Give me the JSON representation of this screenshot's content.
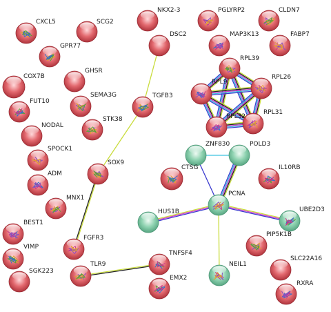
{
  "colors": {
    "red_node": "#d04a50",
    "green_node": "#7cc9a4",
    "edge_textmining": "#c9dc3c",
    "edge_coexpression": "#222222",
    "edge_experiments": "#d03ccb",
    "edge_database": "#3cc2e0",
    "edge_homology": "#3c3ccf"
  },
  "nodes": [
    {
      "id": "CXCL5",
      "label": "CXCL5",
      "color": "red",
      "structure": true
    },
    {
      "id": "SCG2",
      "label": "SCG2",
      "color": "red",
      "structure": false
    },
    {
      "id": "NKX2-3",
      "label": "NKX2-3",
      "color": "red",
      "structure": false
    },
    {
      "id": "PGLYRP2",
      "label": "PGLYRP2",
      "color": "red",
      "structure": true
    },
    {
      "id": "CLDN7",
      "label": "CLDN7",
      "color": "red",
      "structure": true
    },
    {
      "id": "GPR77",
      "label": "GPR77",
      "color": "red",
      "structure": true
    },
    {
      "id": "DSC2",
      "label": "DSC2",
      "color": "red",
      "structure": false
    },
    {
      "id": "MAP3K13",
      "label": "MAP3K13",
      "color": "red",
      "structure": true
    },
    {
      "id": "FABP7",
      "label": "FABP7",
      "color": "red",
      "structure": true
    },
    {
      "id": "RPL39",
      "label": "RPL39",
      "color": "red",
      "structure": true
    },
    {
      "id": "COX7B",
      "label": "COX7B",
      "color": "red",
      "structure": false
    },
    {
      "id": "GHSR",
      "label": "GHSR",
      "color": "red",
      "structure": false
    },
    {
      "id": "RPL9",
      "label": "RPL9",
      "color": "red",
      "structure": true
    },
    {
      "id": "RPL26",
      "label": "RPL26",
      "color": "red",
      "structure": true
    },
    {
      "id": "SEMA3G",
      "label": "SEMA3G",
      "color": "red",
      "structure": true
    },
    {
      "id": "TGFB3",
      "label": "TGFB3",
      "color": "red",
      "structure": true
    },
    {
      "id": "FUT10",
      "label": "FUT10",
      "color": "red",
      "structure": true
    },
    {
      "id": "RPL32",
      "label": "RPL32",
      "color": "red",
      "structure": true
    },
    {
      "id": "RPL31",
      "label": "RPL31",
      "color": "red",
      "structure": true
    },
    {
      "id": "STK38",
      "label": "STK38",
      "color": "red",
      "structure": true
    },
    {
      "id": "NODAL",
      "label": "NODAL",
      "color": "red",
      "structure": false
    },
    {
      "id": "ZNF830",
      "label": "ZNF830",
      "color": "green",
      "structure": false
    },
    {
      "id": "POLD3",
      "label": "POLD3",
      "color": "green",
      "structure": false
    },
    {
      "id": "SPOCK1",
      "label": "SPOCK1",
      "color": "red",
      "structure": true
    },
    {
      "id": "SOX9",
      "label": "SOX9",
      "color": "red",
      "structure": true
    },
    {
      "id": "CTSG",
      "label": "CTSG",
      "color": "red",
      "structure": true
    },
    {
      "id": "IL10RB",
      "label": "IL10RB",
      "color": "red",
      "structure": true
    },
    {
      "id": "ADM",
      "label": "ADM",
      "color": "red",
      "structure": true
    },
    {
      "id": "PCNA",
      "label": "PCNA",
      "color": "green",
      "structure": true
    },
    {
      "id": "MNX1",
      "label": "MNX1",
      "color": "red",
      "structure": true
    },
    {
      "id": "HUS1B",
      "label": "HUS1B",
      "color": "green",
      "structure": false
    },
    {
      "id": "UBE2D3",
      "label": "UBE2D3",
      "color": "green",
      "structure": true
    },
    {
      "id": "BEST1",
      "label": "BEST1",
      "color": "red",
      "structure": true
    },
    {
      "id": "FGFR3",
      "label": "FGFR3",
      "color": "red",
      "structure": true
    },
    {
      "id": "PIP5K1B",
      "label": "PIP5K1B",
      "color": "red",
      "structure": true
    },
    {
      "id": "VIMP",
      "label": "VIMP",
      "color": "red",
      "structure": true
    },
    {
      "id": "TNFSF4",
      "label": "TNFSF4",
      "color": "red",
      "structure": true
    },
    {
      "id": "SLC22A16",
      "label": "SLC22A16",
      "color": "red",
      "structure": false
    },
    {
      "id": "NEIL1",
      "label": "NEIL1",
      "color": "green",
      "structure": true
    },
    {
      "id": "TLR9",
      "label": "TLR9",
      "color": "red",
      "structure": true
    },
    {
      "id": "SGK223",
      "label": "SGK223",
      "color": "red",
      "structure": false
    },
    {
      "id": "EMX2",
      "label": "EMX2",
      "color": "red",
      "structure": true
    },
    {
      "id": "RXRA",
      "label": "RXRA",
      "color": "red",
      "structure": true
    }
  ],
  "edges": [
    {
      "source": "DSC2",
      "target": "TGFB3",
      "channels": [
        "textmining"
      ]
    },
    {
      "source": "TGFB3",
      "target": "SOX9",
      "channels": [
        "textmining"
      ]
    },
    {
      "source": "SOX9",
      "target": "FGFR3",
      "channels": [
        "textmining",
        "coexpression"
      ]
    },
    {
      "source": "TLR9",
      "target": "TNFSF4",
      "channels": [
        "textmining",
        "coexpression"
      ]
    },
    {
      "source": "ZNF830",
      "target": "POLD3",
      "channels": [
        "database"
      ]
    },
    {
      "source": "ZNF830",
      "target": "PCNA",
      "channels": [
        "homology"
      ]
    },
    {
      "source": "POLD3",
      "target": "PCNA",
      "channels": [
        "textmining",
        "coexpression",
        "experiments",
        "database",
        "homology"
      ]
    },
    {
      "source": "HUS1B",
      "target": "PCNA",
      "channels": [
        "textmining",
        "experiments",
        "homology"
      ]
    },
    {
      "source": "PCNA",
      "target": "UBE2D3",
      "channels": [
        "textmining",
        "experiments",
        "homology"
      ]
    },
    {
      "source": "PCNA",
      "target": "NEIL1",
      "channels": [
        "textmining"
      ]
    },
    {
      "source": "RPL39",
      "target": "RPL9",
      "channels": [
        "textmining",
        "coexpression",
        "experiments",
        "database",
        "homology"
      ]
    },
    {
      "source": "RPL39",
      "target": "RPL26",
      "channels": [
        "textmining",
        "coexpression",
        "experiments",
        "database",
        "homology"
      ]
    },
    {
      "source": "RPL39",
      "target": "RPL32",
      "channels": [
        "textmining",
        "coexpression",
        "experiments",
        "database",
        "homology"
      ]
    },
    {
      "source": "RPL39",
      "target": "RPL31",
      "channels": [
        "textmining",
        "coexpression",
        "experiments",
        "database",
        "homology"
      ]
    },
    {
      "source": "RPL9",
      "target": "RPL26",
      "channels": [
        "textmining",
        "coexpression",
        "experiments",
        "database",
        "homology"
      ]
    },
    {
      "source": "RPL9",
      "target": "RPL32",
      "channels": [
        "textmining",
        "coexpression",
        "experiments",
        "database",
        "homology"
      ]
    },
    {
      "source": "RPL9",
      "target": "RPL31",
      "channels": [
        "textmining",
        "coexpression",
        "experiments",
        "database",
        "homology"
      ]
    },
    {
      "source": "RPL26",
      "target": "RPL32",
      "channels": [
        "textmining",
        "coexpression",
        "experiments",
        "database",
        "homology"
      ]
    },
    {
      "source": "RPL26",
      "target": "RPL31",
      "channels": [
        "textmining",
        "coexpression",
        "experiments",
        "database",
        "homology"
      ]
    },
    {
      "source": "RPL32",
      "target": "RPL31",
      "channels": [
        "textmining",
        "coexpression",
        "experiments",
        "database",
        "homology"
      ]
    }
  ]
}
